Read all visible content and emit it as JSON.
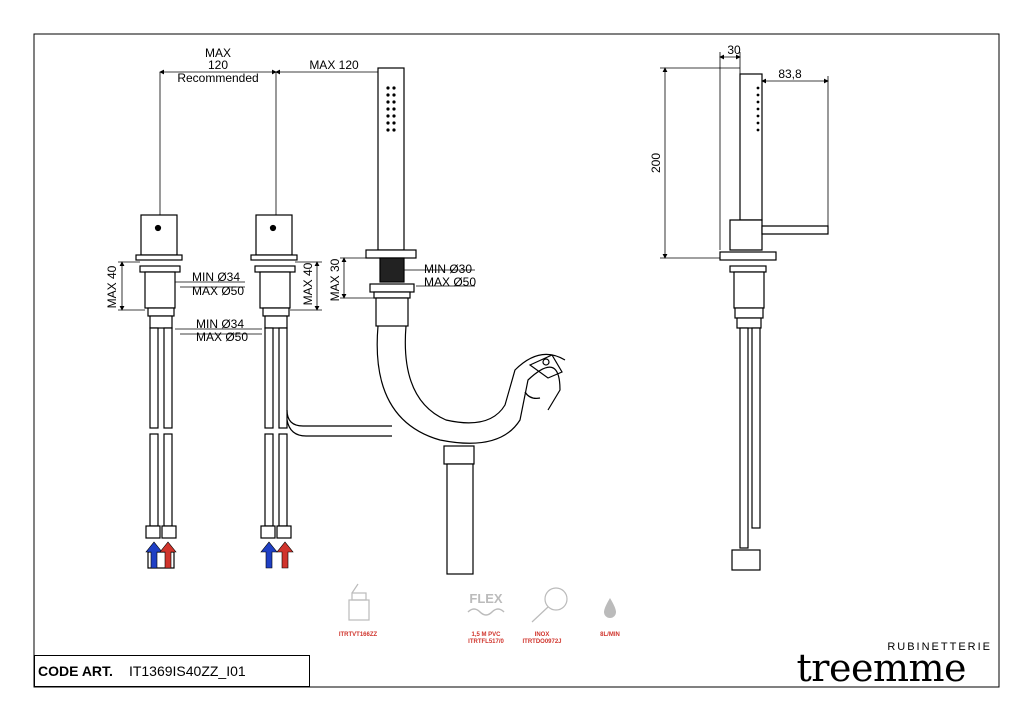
{
  "dimensions": {
    "max_top_1": "MAX",
    "max_top_2": "120",
    "recommended": "Recommended",
    "max_120": "MAX  120",
    "side_30": "30",
    "side_83_8": "83,8",
    "side_200": "200",
    "max40_left": "MAX 40",
    "max40_mid": "MAX 40",
    "max30": "MAX 30",
    "min34_a": "MIN Ø34",
    "max50_a": "MAX Ø50",
    "min34_b": "MIN Ø34",
    "max50_b": "MAX Ø50",
    "min30": "MIN Ø30",
    "max50_c": "MAX Ø50"
  },
  "accessories": {
    "flex_word": "FLEX",
    "item1_code": "ITRTVT166ZZ",
    "item2_line1": "1,5 M PVC",
    "item2_line2": "ITRTFL517/0",
    "item3_line1": "INOX",
    "item3_line2": "ITRTDO0972J",
    "item4_label": "8L/MIN"
  },
  "footer": {
    "code_label": "CODE ART.",
    "code_value": "IT1369IS40ZZ_I01",
    "brand_sub": "RUBINETTERIE",
    "brand_main": "treemme"
  },
  "colors": {
    "cold": "#1f3fc4",
    "hot": "#d0342c",
    "line": "#000000",
    "icon_gray": "#bbbbbb"
  }
}
